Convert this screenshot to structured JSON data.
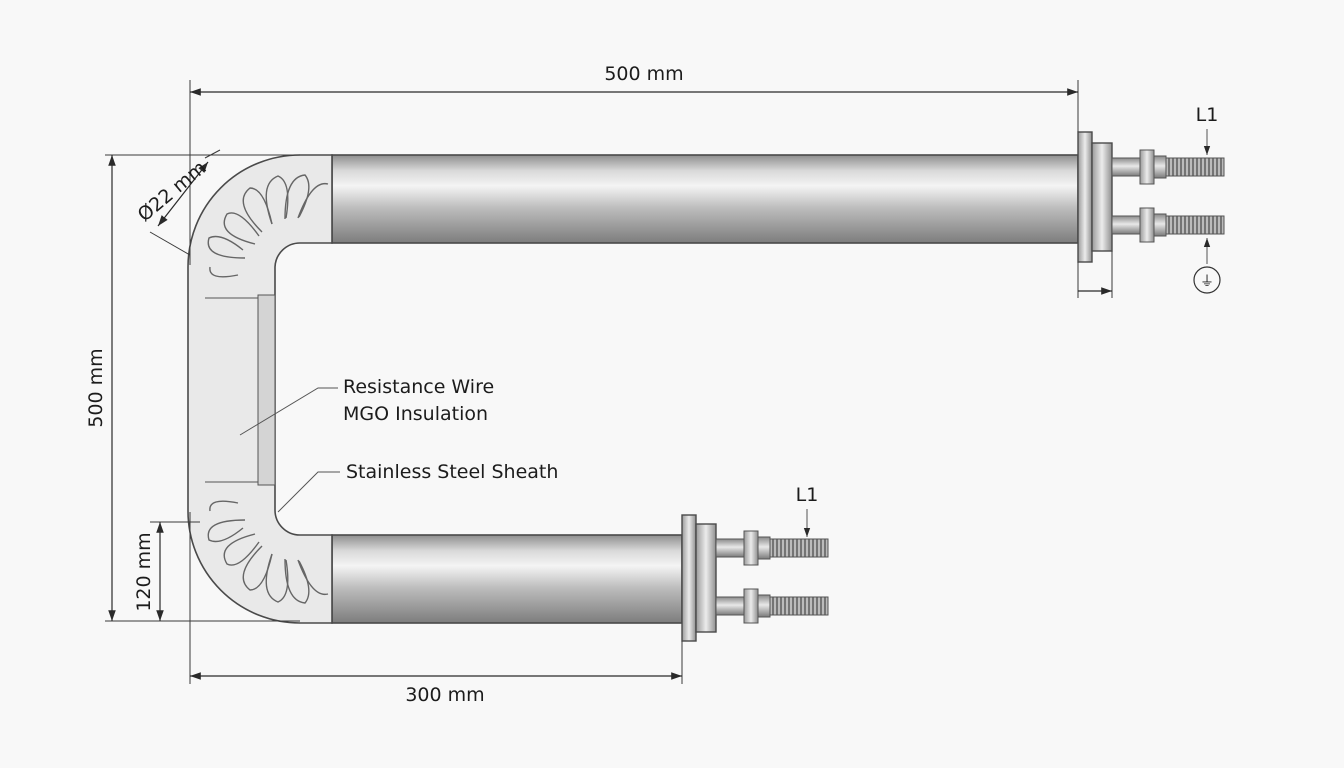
{
  "dimensions": {
    "top_length": "500 mm",
    "bottom_length": "300 mm",
    "overall_height": "500 mm",
    "inner_gap": "120 mm",
    "diameter": "Ø22 mm"
  },
  "callouts": {
    "resistance_wire": "Resistance Wire",
    "mgo_insulation": "MGO Insulation",
    "sheath": "Stainless Steel Sheath"
  },
  "terminals": {
    "top_label": "L1",
    "bottom_label": "L1",
    "ground_symbol": "⏚"
  }
}
